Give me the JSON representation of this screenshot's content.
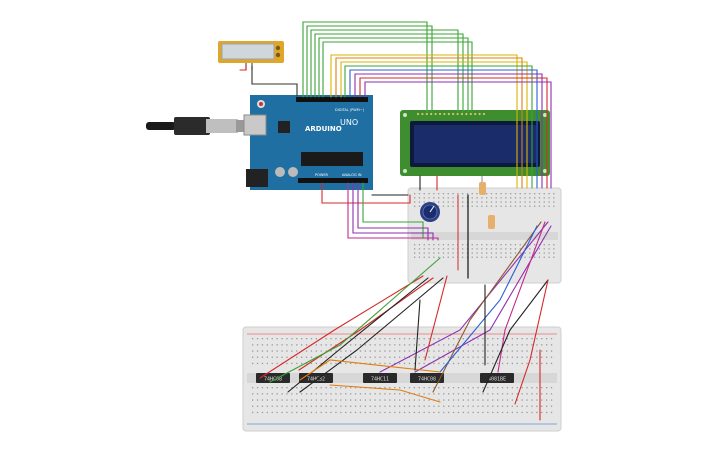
{
  "arduino": {
    "logo_text": "ARDUINO",
    "model": "UNO",
    "digital_label": "DIGITAL (PWM~)",
    "power_label": "POWER",
    "analog_label": "ANALOG IN"
  },
  "ics": [
    {
      "label": "74HC08"
    },
    {
      "label": "74HC32"
    },
    {
      "label": "74HC11"
    },
    {
      "label": "74HC08"
    },
    {
      "label": "4081BE"
    }
  ],
  "colors": {
    "board_blue": "#1f6fa3",
    "lcd_green": "#3e8e2f",
    "lcd_screen": "#1b2c6a",
    "breadboard": "#e8e8e8",
    "sensor_frame": "#e0a62a",
    "wire_green": "#3aa335",
    "wire_yellow": "#d9b400",
    "wire_orange": "#e07d10",
    "wire_red": "#d42a2a",
    "wire_black": "#222222",
    "wire_purple": "#8e2fb0",
    "wire_blue": "#2a5fd6",
    "wire_brown": "#8a5a2b",
    "wire_magenta": "#c2298e"
  }
}
